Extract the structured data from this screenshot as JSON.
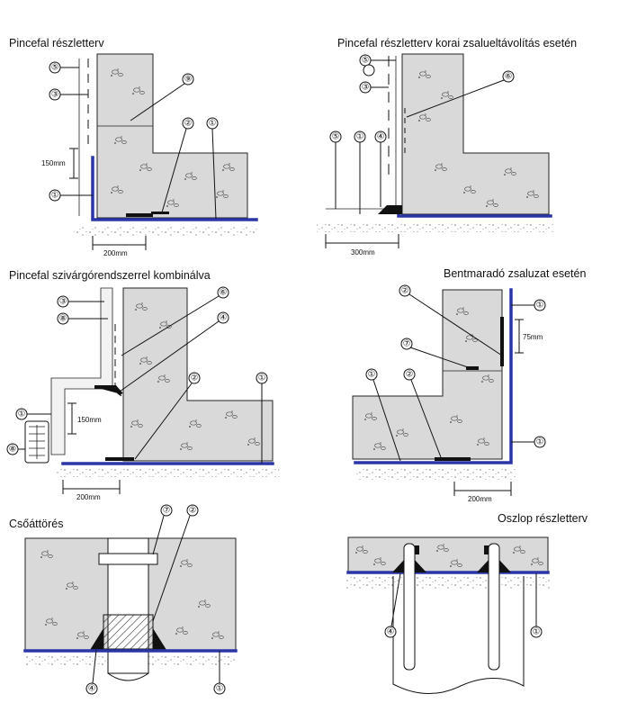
{
  "panels": {
    "p1": {
      "title": "Pincefal részletterv",
      "dim_vertical": "150mm",
      "dim_horizontal": "200mm",
      "callouts": [
        "⑤",
        "③",
        "⑨",
        "②",
        "①",
        "①"
      ]
    },
    "p2": {
      "title": "Pincefal részletterv korai zsalueltávolítás esetén",
      "dim_horizontal": "300mm",
      "callouts": [
        "⑤",
        "③",
        "⑥",
        "⑤",
        "①",
        "④"
      ]
    },
    "p3": {
      "title": "Pincefal szivárgórendszerrel kombinálva",
      "dim_vertical": "150mm",
      "dim_horizontal": "200mm",
      "callouts": [
        "③",
        "⑧",
        "⑥",
        "④",
        "①",
        "②",
        "①",
        "⑧"
      ]
    },
    "p4": {
      "title": "Bentmaradó zsaluzat esetén",
      "dim_vertical": "75mm",
      "dim_horizontal": "200mm",
      "callouts": [
        "②",
        "①",
        "⑦",
        "①",
        "②",
        "①"
      ]
    },
    "p5": {
      "title": "Csőáttörés",
      "callouts": [
        "⑦",
        "②",
        "④",
        "①"
      ]
    },
    "p6": {
      "title": "Oszlop részletterv",
      "callouts": [
        "④",
        "①"
      ]
    }
  },
  "colors": {
    "membrane": "#2b35a8",
    "concrete": "#d9d9d9",
    "ink": "#111111"
  }
}
